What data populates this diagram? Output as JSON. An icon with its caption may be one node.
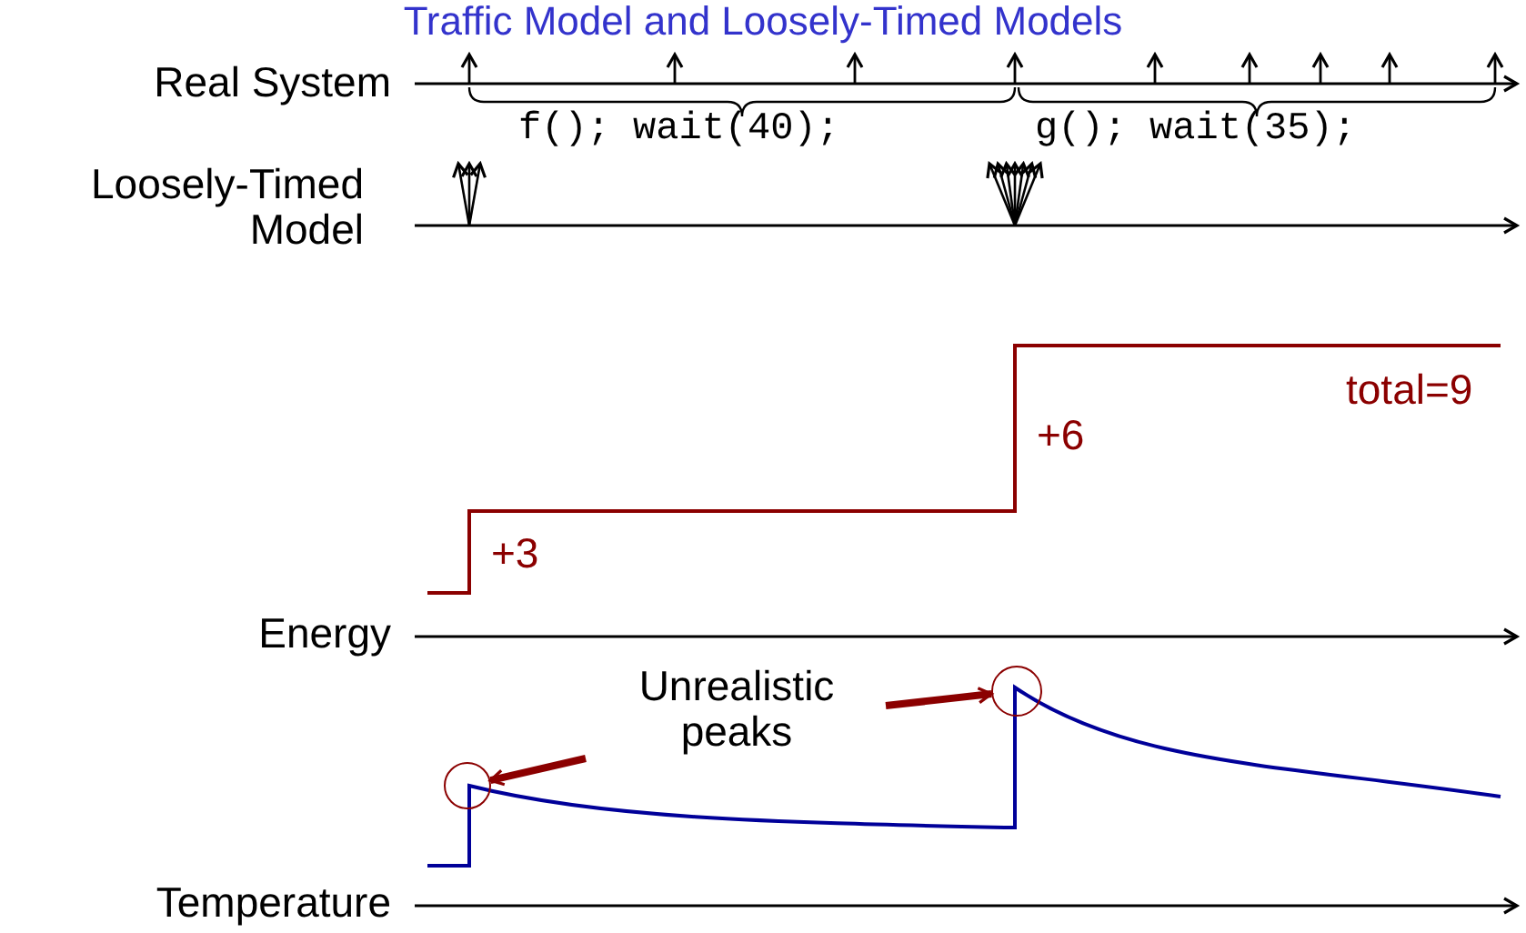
{
  "diagram": {
    "title": "Traffic Model and Loosely-Timed Models",
    "nodes": [
      {
        "text": [
          "Unrealistic peaks"
        ]
      },
      {
        "text": [],
        "shape": "circle"
      },
      {
        "text": [],
        "shape": "circle"
      }
    ],
    "edges": [
      {
        "from": 0,
        "to": 1,
        "arrow": "to"
      },
      {
        "from": 0,
        "to": 2,
        "arrow": "to"
      }
    ],
    "labels": [
      "Real System",
      "f(); wait(40);",
      "g(); wait(35);",
      "Loosely-Timed Model",
      "total=9",
      "+6",
      "+3",
      "Energy",
      "Temperature"
    ]
  }
}
